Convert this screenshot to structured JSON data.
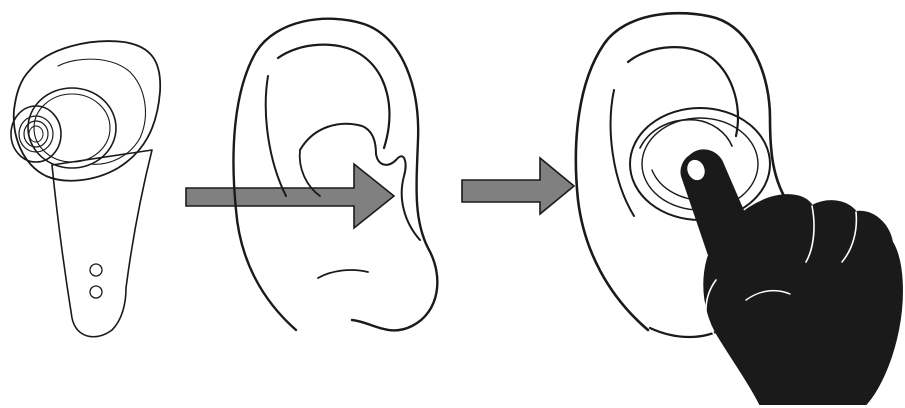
{
  "diagram": {
    "steps": [
      {
        "name": "earbud",
        "icon": "earbud-icon"
      },
      {
        "name": "insert",
        "icon": "right-arrow-icon"
      },
      {
        "name": "ear",
        "icon": "ear-icon"
      },
      {
        "name": "next",
        "icon": "right-arrow-icon"
      },
      {
        "name": "press",
        "icon": "hand-press-icon"
      }
    ],
    "colors": {
      "line": "#1a1a1a",
      "arrow_fill": "#808080",
      "hand_fill": "#1a1a1a",
      "background": "#ffffff"
    }
  }
}
